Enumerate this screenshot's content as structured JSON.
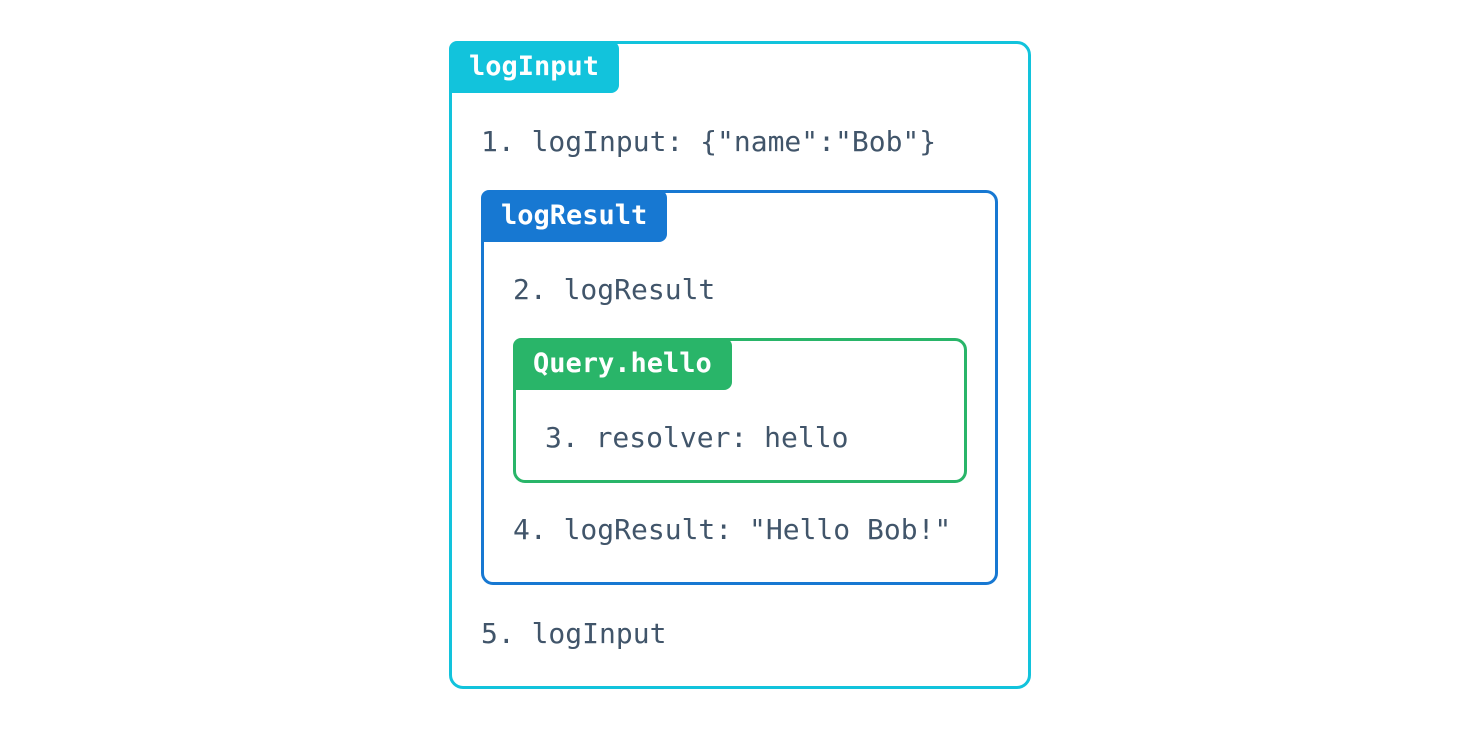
{
  "colors": {
    "outer_accent": "#12c3dc",
    "middle_accent": "#1778d2",
    "inner_accent": "#29b569",
    "text": "#41556a",
    "tag_text": "#ffffff",
    "background": "#ffffff"
  },
  "diagram": {
    "outer": {
      "tag": "logInput",
      "line1": "1. logInput: {\"name\":\"Bob\"}",
      "line5": "5. logInput",
      "middle": {
        "tag": "logResult",
        "line2": "2. logResult",
        "line4": "4. logResult: \"Hello Bob!\"",
        "inner": {
          "tag": "Query.hello",
          "line3": "3. resolver: hello"
        }
      }
    }
  }
}
